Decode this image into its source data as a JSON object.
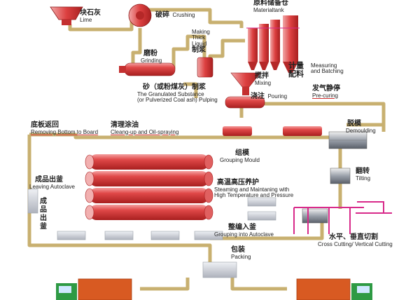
{
  "colors": {
    "conveyor": "#c8b070",
    "red": "#d83838",
    "red_dark": "#a81f1f",
    "magenta": "#d82a8a",
    "grey": "#c9ccd4",
    "green": "#2e9a44",
    "orange": "#d85a22"
  },
  "steps": {
    "lime": {
      "zh": "块石灰",
      "en": "Lime"
    },
    "crushing": {
      "zh": "破碎",
      "en": "Crushing"
    },
    "material": {
      "zh": "原料储备仓",
      "en": "Materialtank"
    },
    "grinding": {
      "zh": "磨粉",
      "en": "Grinding"
    },
    "thick": {
      "en1": "Making",
      "en2": "Thick",
      "en3": "Liquid",
      "zh": "制浆"
    },
    "measuring": {
      "zh1": "计量",
      "zh2": "配料",
      "en1": "Measuring",
      "en2": "and Batching"
    },
    "mixing": {
      "zh": "搅拌",
      "en": "Mixing"
    },
    "pouring": {
      "zh": "浇注",
      "en": "Pouring"
    },
    "pulping": {
      "zh": "砂（或粉煤灰）制浆",
      "en1": "The Granulated Substance",
      "en2": "(or Pulverized Coal ash) Pulping"
    },
    "precuring": {
      "zh": "发气静停",
      "en": "Pre-curing"
    },
    "removing": {
      "zh": "底板返回",
      "en": "Removing Bottom to Board"
    },
    "cleaning": {
      "zh": "清理涂油",
      "en": "Cleang-up and Oil-spraying"
    },
    "demoulding": {
      "zh": "脱模",
      "en": "Demoulding"
    },
    "grouping": {
      "zh": "组模",
      "en": "Grouping Mould"
    },
    "tilting": {
      "zh": "翻转",
      "en": "Tilting"
    },
    "leaving": {
      "zh": "成品出釜",
      "en": "Leaving Autoclave",
      "v1": "成",
      "v2": "品",
      "v3": "出",
      "v4": "釜"
    },
    "steaming": {
      "zh": "高温高压养护",
      "en1": "Steaming and Maintaning with",
      "en2": "High Temperature and Pressure"
    },
    "cutting": {
      "zh": "水平、垂直切割",
      "en": "Cross Cutting/ Vertical Cutting"
    },
    "autoclave": {
      "zh": "整编入釜",
      "en": "Grouping into Autoclave"
    },
    "packing": {
      "zh": "包装",
      "en": "Packing"
    }
  },
  "autoclave_count": 4
}
